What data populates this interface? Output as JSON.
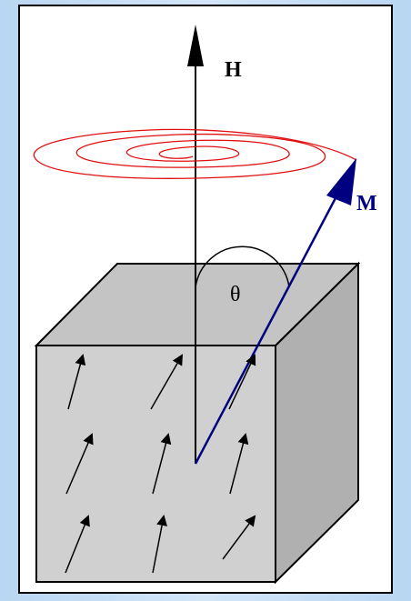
{
  "labels": {
    "field": "H",
    "magnetization": "M",
    "angle": "θ"
  },
  "colors": {
    "background": "#c6def5",
    "frame": "#ffffff",
    "cube_front": "#d0d0d0",
    "cube_top": "#c4c4c4",
    "cube_side": "#b0b0b0",
    "magnetization": "#000080",
    "precession": "#e01010",
    "line": "#000000"
  }
}
